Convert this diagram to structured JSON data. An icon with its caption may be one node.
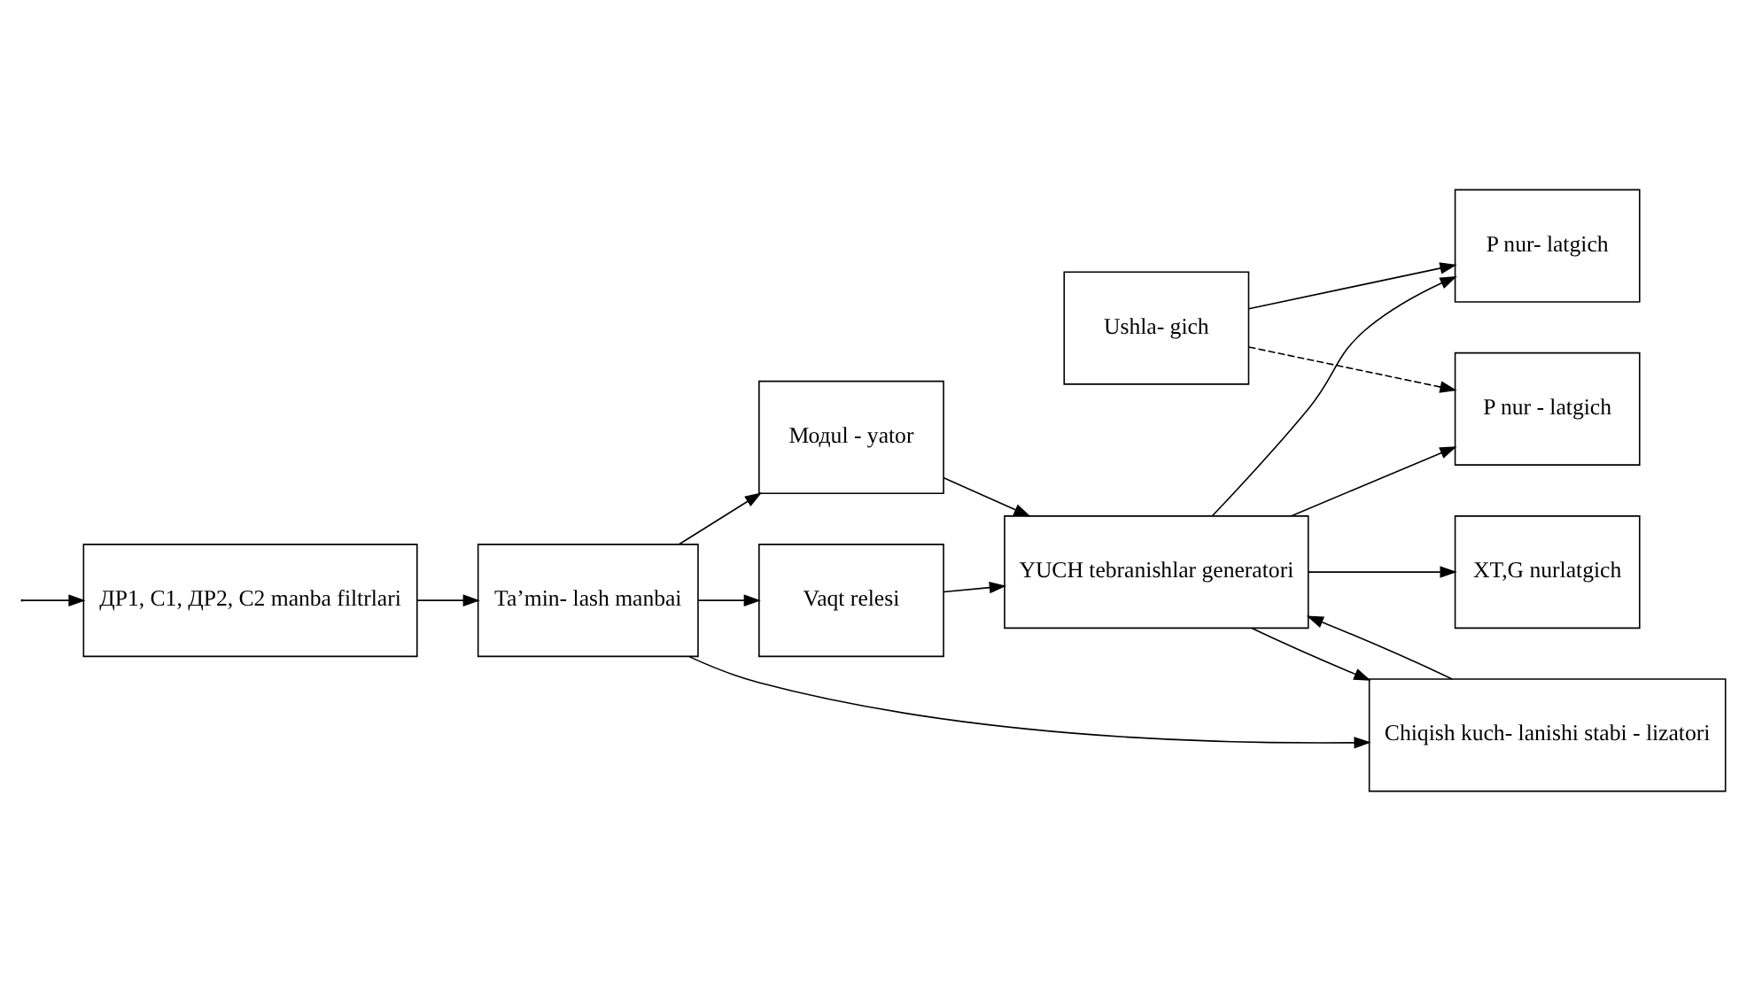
{
  "diagram": {
    "nodes": [
      {
        "text": [
          "Vaqt relesi"
        ]
      },
      {
        "text": [
          "XT,G nurlatgich"
        ]
      },
      {
        "text": [
          "Ta’min- lash manbai"
        ]
      },
      {
        "text": [
          "Модul - yator"
        ]
      },
      {
        "text": [
          "YUCH tebranishlar generatori"
        ]
      },
      {
        "text": [
          "P nur- latgich"
        ]
      },
      {
        "text": [
          "Ushla- gich"
        ]
      },
      {
        "text": [
          "ДР1, C1, ДР2, C2 manba filtrlari"
        ]
      },
      {
        "text": [
          "Chiqish kuch- lanishi stabi - lizatori"
        ]
      },
      {
        "text": [
          "P nur - latgich"
        ]
      }
    ],
    "edges": [
      {
        "from": null,
        "to": 7,
        "arrow": "to"
      },
      {
        "from": 7,
        "to": 2,
        "arrow": "to"
      },
      {
        "from": 2,
        "to": 3,
        "arrow": "to"
      },
      {
        "from": 2,
        "to": 0,
        "arrow": "to"
      },
      {
        "from": 2,
        "to": 8,
        "arrow": "to"
      },
      {
        "from": 3,
        "to": 4,
        "arrow": "to"
      },
      {
        "from": 0,
        "to": 4,
        "arrow": "to"
      },
      {
        "from": 4,
        "to": 8,
        "arrow": "to"
      },
      {
        "from": 8,
        "to": 4,
        "arrow": "to"
      },
      {
        "from": 4,
        "to": 1,
        "arrow": "to"
      },
      {
        "from": 4,
        "to": 5,
        "arrow": "to"
      },
      {
        "from": 4,
        "to": 9,
        "arrow": "to"
      },
      {
        "from": 6,
        "to": 5,
        "arrow": "to"
      },
      {
        "from": 6,
        "to": 9,
        "arrow": "to",
        "style": "dashed"
      }
    ]
  }
}
